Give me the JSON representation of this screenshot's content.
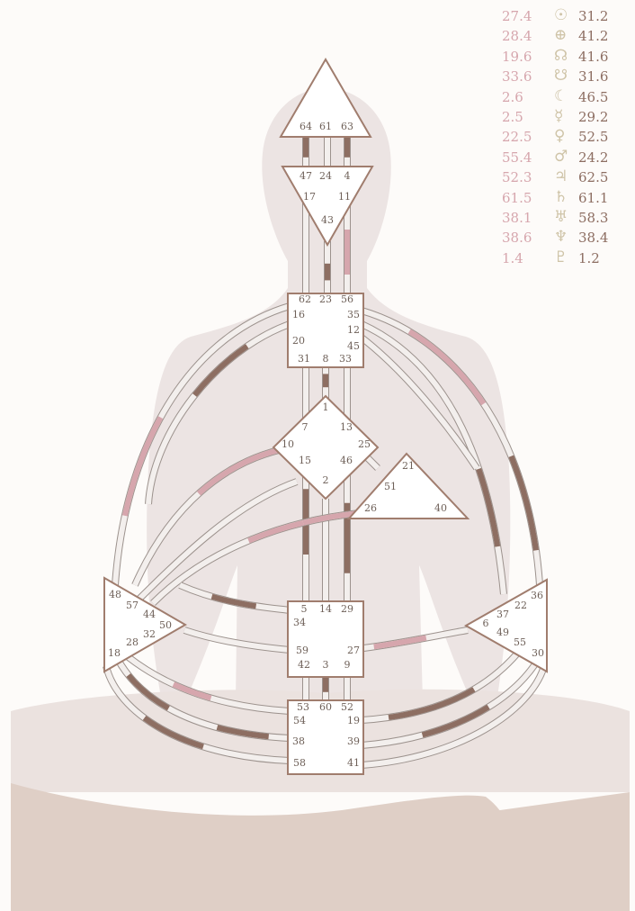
{
  "planets": [
    {
      "left": "27.4",
      "symbol": "☉",
      "symbol_name": "sun-icon",
      "right": "31.2"
    },
    {
      "left": "28.4",
      "symbol": "⊕",
      "symbol_name": "earth-icon",
      "right": "41.2"
    },
    {
      "left": "19.6",
      "symbol": "☊",
      "symbol_name": "north-node-icon",
      "right": "41.6"
    },
    {
      "left": "33.6",
      "symbol": "☋",
      "symbol_name": "south-node-icon",
      "right": "31.6"
    },
    {
      "left": "2.6",
      "symbol": "☾",
      "symbol_name": "moon-icon",
      "right": "46.5"
    },
    {
      "left": "2.5",
      "symbol": "☿",
      "symbol_name": "mercury-icon",
      "right": "29.2"
    },
    {
      "left": "22.5",
      "symbol": "♀",
      "symbol_name": "venus-icon",
      "right": "52.5"
    },
    {
      "left": "55.4",
      "symbol": "♂",
      "symbol_name": "mars-icon",
      "right": "24.2"
    },
    {
      "left": "52.3",
      "symbol": "♃",
      "symbol_name": "jupiter-icon",
      "right": "62.5"
    },
    {
      "left": "61.5",
      "symbol": "♄",
      "symbol_name": "saturn-icon",
      "right": "61.1"
    },
    {
      "left": "38.1",
      "symbol": "♅",
      "symbol_name": "uranus-icon",
      "right": "58.3"
    },
    {
      "left": "38.6",
      "symbol": "♆",
      "symbol_name": "neptune-icon",
      "right": "38.4"
    },
    {
      "left": "1.4",
      "symbol": "♇",
      "symbol_name": "pluto-icon",
      "right": "1.2"
    }
  ],
  "colors": {
    "design": "#d6a6ad",
    "personality": "#8d6e62",
    "symbol": "#cfc4a8",
    "center_stroke": "#a07d6e",
    "silhouette": "#ece4e3",
    "ground": "#dfcfc6"
  },
  "gates": {
    "head": [
      "64",
      "61",
      "63"
    ],
    "ajna": [
      "47",
      "24",
      "4",
      "17",
      "11",
      "43"
    ],
    "throat": [
      "62",
      "23",
      "56",
      "16",
      "35",
      "12",
      "20",
      "45",
      "31",
      "8",
      "33"
    ],
    "g": [
      "1",
      "7",
      "13",
      "10",
      "25",
      "15",
      "46",
      "2"
    ],
    "heart": [
      "21",
      "51",
      "26",
      "40"
    ],
    "sacral": [
      "5",
      "14",
      "29",
      "34",
      "27",
      "59",
      "42",
      "3",
      "9"
    ],
    "root": [
      "53",
      "60",
      "52",
      "54",
      "19",
      "38",
      "39",
      "58",
      "41"
    ],
    "spleen": [
      "48",
      "57",
      "44",
      "50",
      "32",
      "28",
      "18"
    ],
    "solar_plexus": [
      "36",
      "22",
      "37",
      "6",
      "49",
      "55",
      "30"
    ]
  }
}
